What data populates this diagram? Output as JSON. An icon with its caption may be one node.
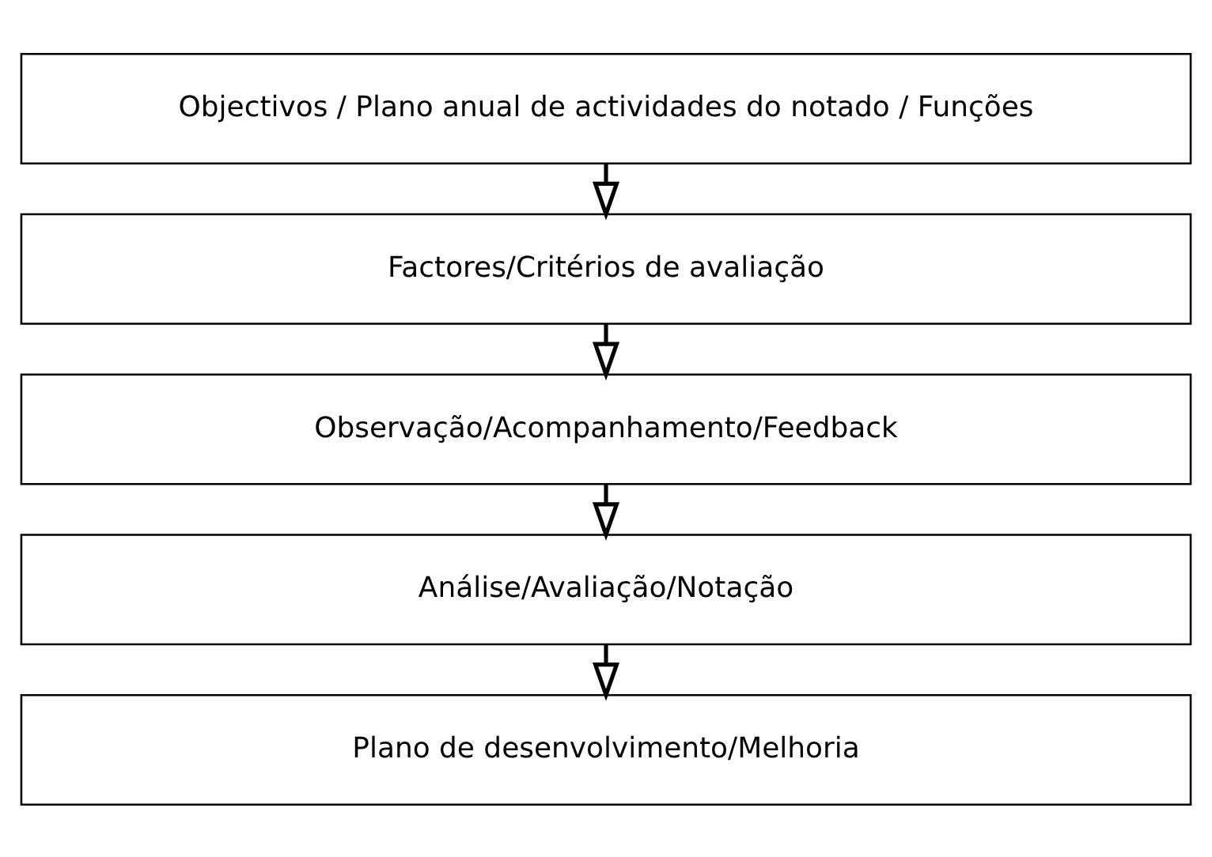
{
  "diagram": {
    "nodes": [
      {
        "text": [
          "Objectivos / Plano anual de actividades do notado / Funções"
        ]
      },
      {
        "text": [
          "Factores/Critérios de avaliação"
        ]
      },
      {
        "text": [
          "Observação/Acompanhamento/Feedback"
        ]
      },
      {
        "text": [
          "Análise/Avaliação/Notação"
        ]
      },
      {
        "text": [
          "Plano de desenvolvimento/Melhoria"
        ]
      }
    ],
    "edges": [
      {
        "from": 0,
        "to": 1,
        "arrow": "to"
      },
      {
        "from": 1,
        "to": 2,
        "arrow": "to"
      },
      {
        "from": 2,
        "to": 3,
        "arrow": "to"
      },
      {
        "from": 3,
        "to": 4,
        "arrow": "to"
      }
    ]
  }
}
